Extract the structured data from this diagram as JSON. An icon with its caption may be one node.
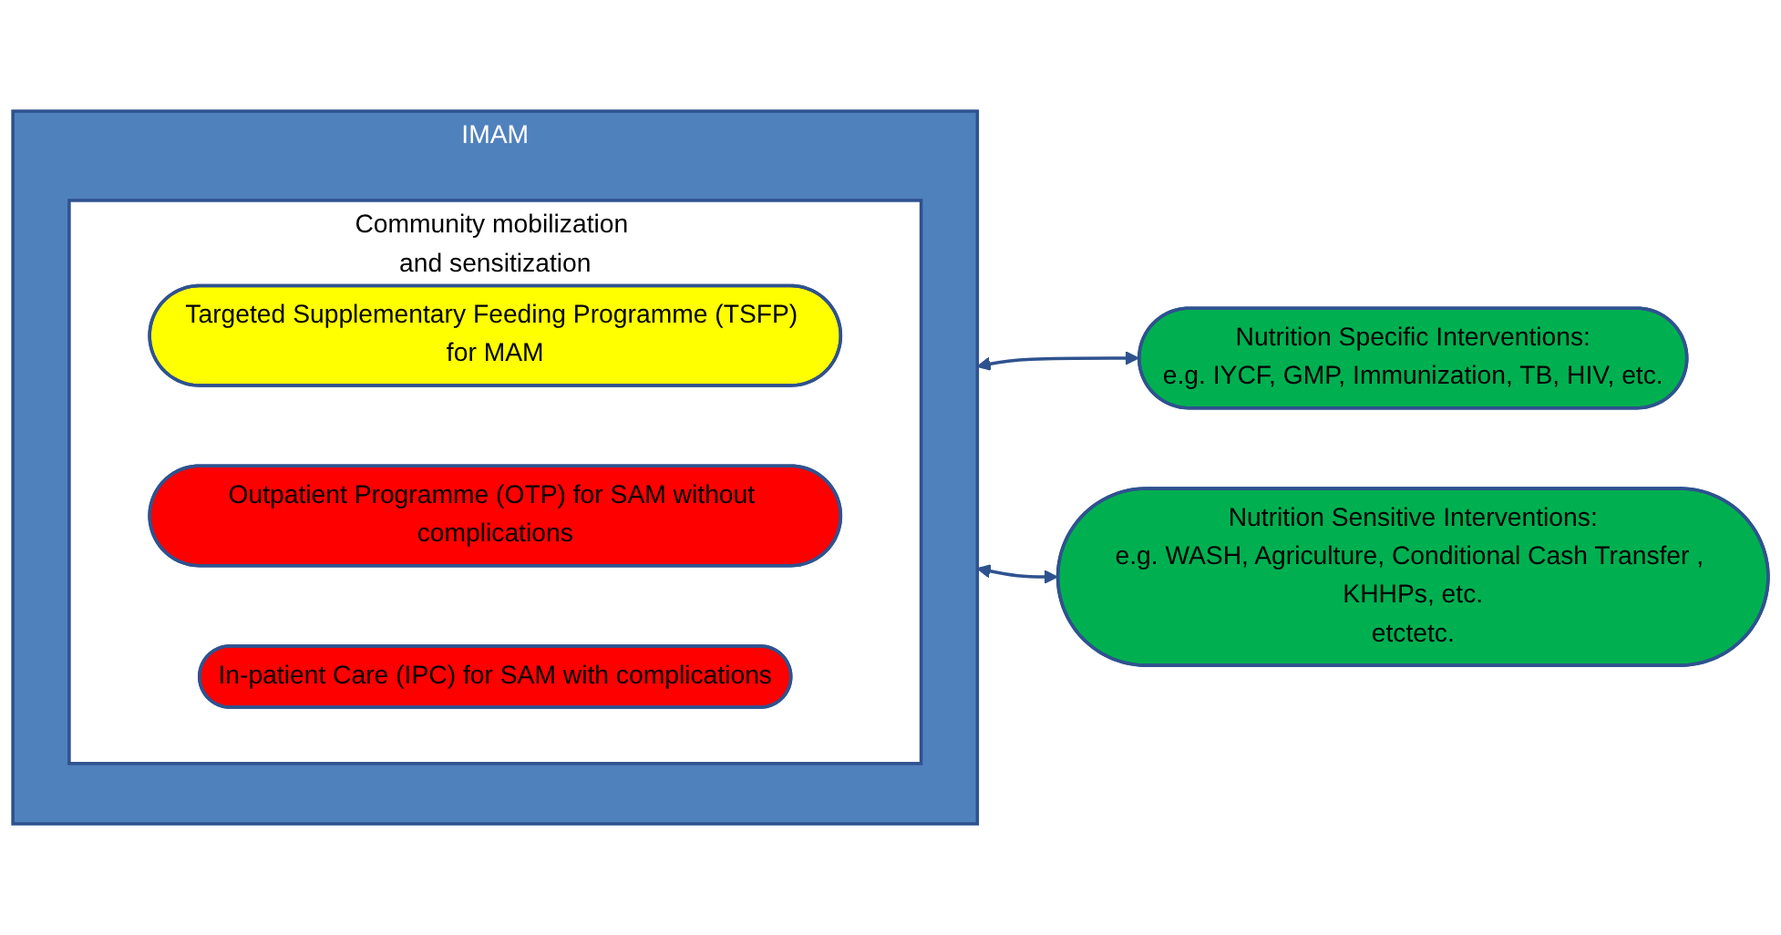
{
  "diagram": {
    "nodes": [
      {
        "text": [
          "IMAM"
        ]
      },
      {
        "text": [
          "Community mobilization and sensitization"
        ],
        "in": 0
      },
      {
        "text": [
          "Targeted Supplementary Feeding Programme (TSFP) for MAM"
        ],
        "in": 1
      },
      {
        "text": [
          "Outpatient Programme (OTP) for SAM without complications"
        ],
        "in": 1
      },
      {
        "text": [
          "In-patient Care (IPC) for SAM with complications"
        ],
        "in": 1
      },
      {
        "text": [
          "Nutrition Specific Interventions:",
          "e.g. IYCF, GMP, Immunization, TB, HIV, etc."
        ]
      },
      {
        "text": [
          "Nutrition Sensitive Interventions:",
          "e.g. WASH, Agriculture, Conditional Cash Transfer , KHHPs, etc.",
          "etctetc."
        ]
      }
    ],
    "edges": [
      {
        "from": 5,
        "to": 0,
        "arrow": "both"
      },
      {
        "from": 6,
        "to": 0,
        "arrow": "both"
      }
    ]
  }
}
